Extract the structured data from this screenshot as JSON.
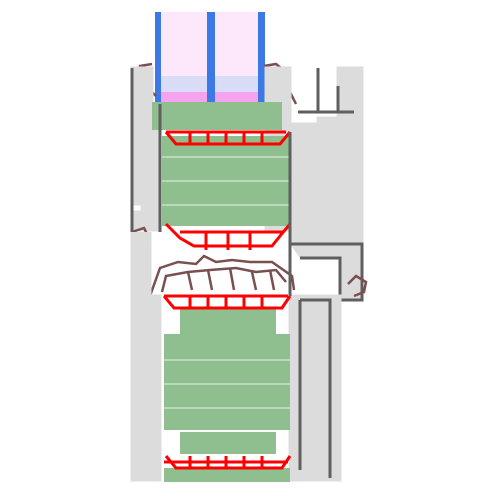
{
  "diagram": {
    "kind": "window-profile-cross-section",
    "background": "#ffffff",
    "colors": {
      "profile_frame": "#5f5f5f",
      "profile_fill": "#dcdcdc",
      "insulation_fill": "#8fbf8f",
      "insulation_line": "#e8f2e8",
      "thermal_break": "#ff0000",
      "glass_edge": "#3c78e6",
      "glass_fill": "#fde7fb",
      "glass_spacer": "#d8dcf7",
      "glass_seal": "#f5a3ee",
      "gasket": "#7a4f4f",
      "drain_channel": "#1f7a73"
    },
    "parts": [
      "glazing-unit",
      "glass-pane-left",
      "glass-pane-right",
      "sash-profile",
      "frame-profile",
      "outer-frame-right",
      "insulation-core",
      "thermal-break-strips",
      "gaskets",
      "drainage-channel"
    ]
  }
}
